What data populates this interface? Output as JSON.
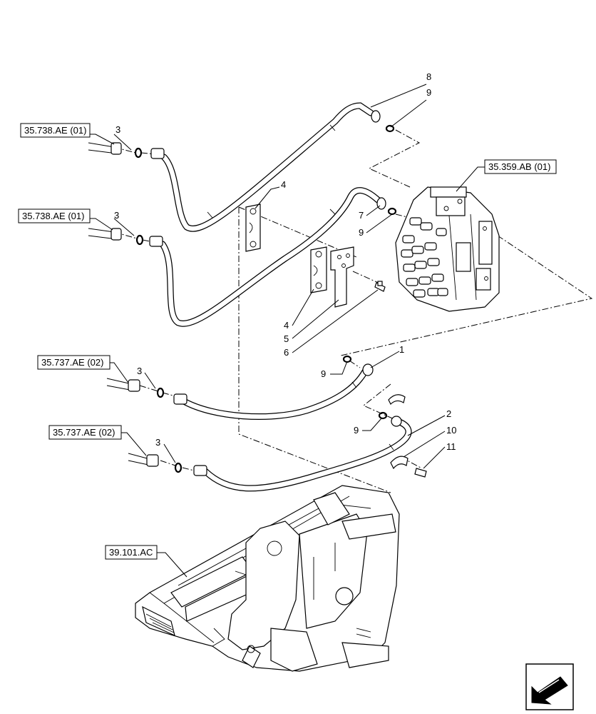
{
  "references": [
    {
      "id": "ref-35738-top",
      "text": "35.738.AE (01)"
    },
    {
      "id": "ref-35738-mid",
      "text": "35.738.AE (01)"
    },
    {
      "id": "ref-35359",
      "text": "35.359.AB (01)"
    },
    {
      "id": "ref-35737-a",
      "text": "35.737.AE (02)"
    },
    {
      "id": "ref-35737-b",
      "text": "35.737.AE (02)"
    },
    {
      "id": "ref-39101",
      "text": "39.101.AC"
    }
  ],
  "callouts": {
    "c8": "8",
    "c9a": "9",
    "c3a": "3",
    "c4a": "4",
    "c3b": "3",
    "c7": "7",
    "c9b": "9",
    "c4b": "4",
    "c5": "5",
    "c6": "6",
    "c1": "1",
    "c9c": "9",
    "c3c": "3",
    "c2": "2",
    "c9d": "9",
    "c10": "10",
    "c11": "11",
    "c3d": "3"
  },
  "nav_icon": "arrow-next-icon"
}
